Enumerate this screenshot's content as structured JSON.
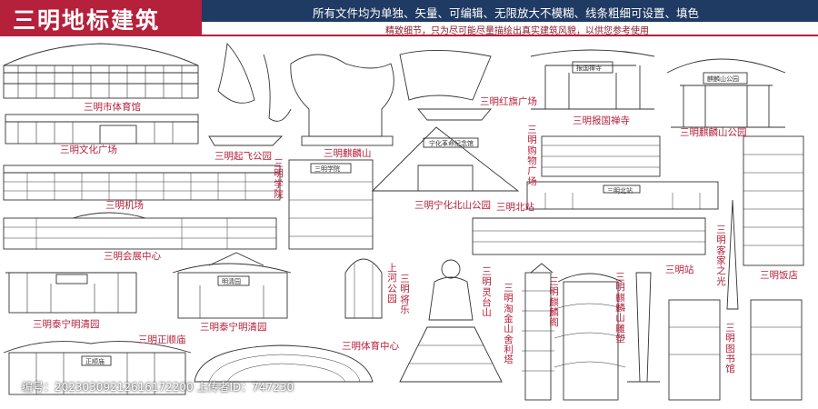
{
  "header": {
    "title": "三明地标建筑",
    "banner": "所有文件均为单独、矢量、可编辑、无限放大不模糊、线条粗细可设置、填色",
    "note": "精致细节，只为尽可能尽量描绘出真实建筑风貌，以供您参考使用"
  },
  "labels": {
    "gym": "三明市体育馆",
    "culture_square": "三明文化广场",
    "qifei_park": "三明起飞公园",
    "qilin_mountain": "三明麒麟山",
    "airport": "三明机场",
    "xueyuan": "三明学院",
    "hongqi_square": "三明红旗广场",
    "ninghua_park": "三明宁化北山公园",
    "convention": "三明会展中心",
    "baoguo_temple": "三明报国禅寺",
    "shopping_square": "三明购物广场",
    "qilin_park": "三明麒麟山公园",
    "north_station": "三明北站",
    "station": "三明站",
    "taining_1": "三明泰宁明清园",
    "taining_2": "三明泰宁明清园",
    "zhengshun_temple": "三明正顺庙",
    "shanghe_park": "上河公园",
    "jiangle": "三明将乐",
    "sports_center": "三明体育中心",
    "lingtai": "三明灵台山",
    "taojin_tower": "三明淘金山舍利塔",
    "qilin_pavilion": "三明麒麟阁",
    "qilin_sculpture": "三明麒麟山雕塑",
    "kejia": "三明客家之光",
    "hotel": "三明饭店",
    "library": "三明图书馆",
    "building_sign_ninghua": "宁化革命纪念馆",
    "building_sign_baoguo": "报国禅寺",
    "building_sign_qilin": "麒麟山公园",
    "building_sign_mingqing": "明清园",
    "building_sign_zhengshun": "正顺庙",
    "building_sign_xueyuan": "三明学院",
    "building_sign_station": "三明北站"
  },
  "watermark": "编号：20230309212616172200   上传者ID：747230",
  "colors": {
    "accent_red": "#b5203a",
    "banner_navy": "#1f3a63",
    "line_art": "#333333"
  }
}
